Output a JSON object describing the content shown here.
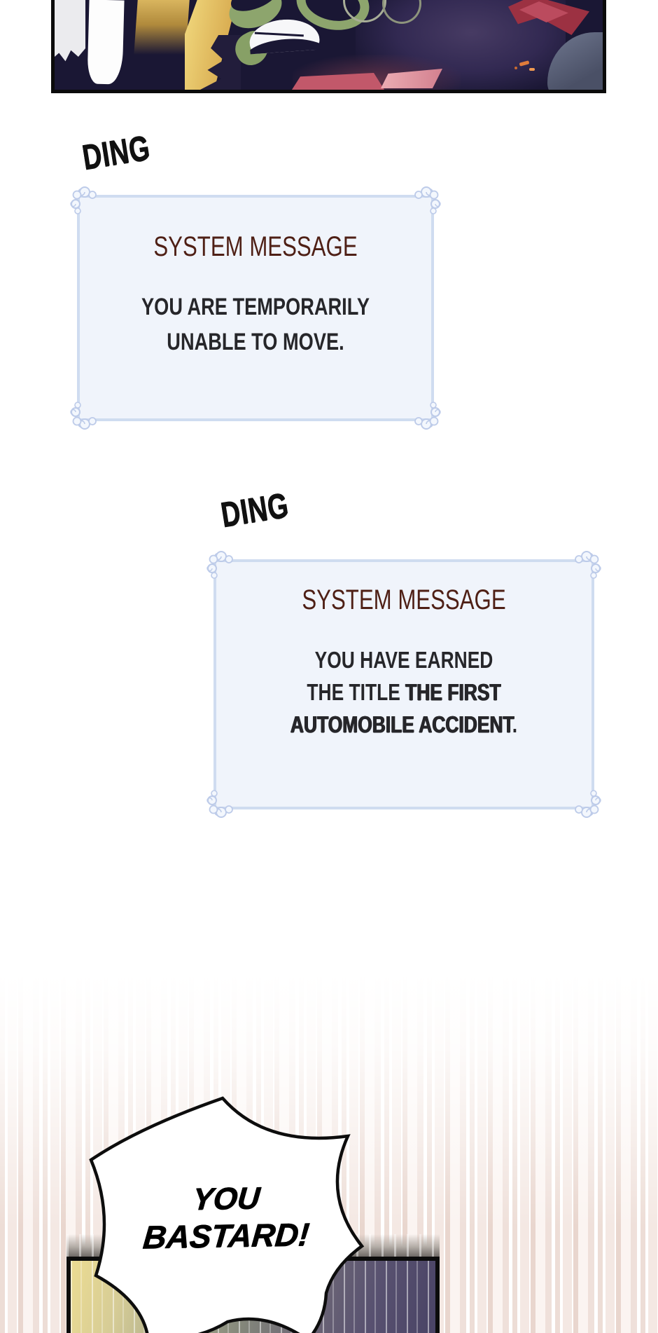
{
  "comic": {
    "sfx_ding_1": "DING",
    "sfx_ding_2": "DING",
    "box1": {
      "title": "SYSTEM MESSAGE",
      "line1": "YOU ARE TEMPORARILY",
      "line2": "UNABLE TO MOVE."
    },
    "box2": {
      "title": "SYSTEM MESSAGE",
      "line1": "YOU HAVE EARNED",
      "line2_regular": "THE TITLE ",
      "line2_bold": "THE FIRST",
      "line3_bold": "AUTOMOBILE ACCIDENT",
      "line3_suffix": "."
    },
    "bubble": {
      "line1": "YOU",
      "line2": "BASTARD!"
    }
  },
  "icons": {
    "corner_ornament": "floral-corner-ornament-icon"
  },
  "colors": {
    "page_bg": "#ffffff",
    "panel_bg": "#1a1734",
    "panel_border": "#0b0b0b",
    "box_bg": "#f0f4fb",
    "box_border": "#cfdcf0",
    "ornament": "#bdcbe9",
    "title_text": "#4e1f15",
    "body_text": "#26262a",
    "sfx_text": "#111111",
    "stripe_pink": "#edddd6",
    "bubble_fill": "#ffffff",
    "bubble_stroke": "#0d0d0d"
  }
}
